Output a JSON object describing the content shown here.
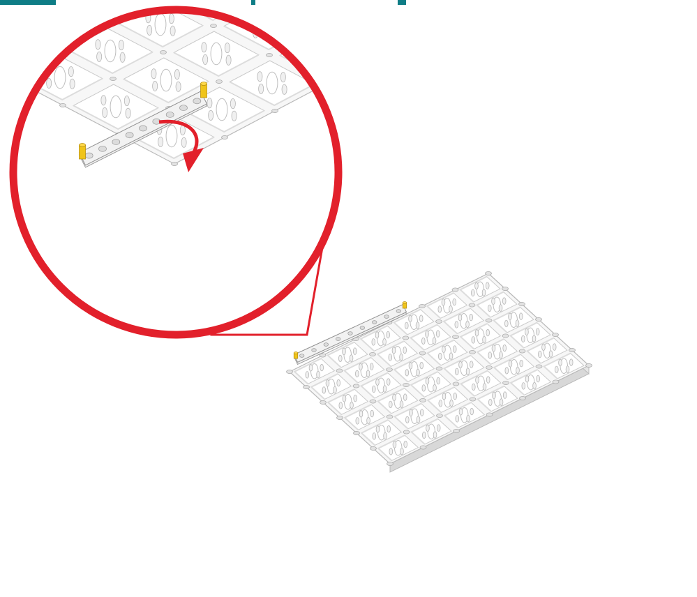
{
  "figure": {
    "header_bar_color": "#0f7d86",
    "callout_color": "#e2202b",
    "plate_color": "#f7f7f7",
    "plate_shade": "#d8d8d8",
    "plate_edge": "#b9b9b9",
    "beam_color": "#f2f2f2",
    "pin_color": "#f0c419",
    "grid_cells": 6,
    "zoom_cells": 4,
    "beam_holes": 9,
    "icons": [
      "curved-arrow-icon",
      "magnifier-callout-icon"
    ]
  }
}
